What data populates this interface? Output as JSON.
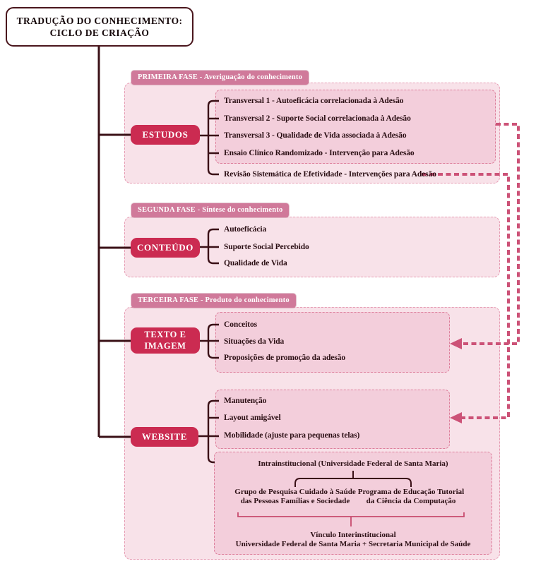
{
  "title": {
    "line1": "TRADUÇÃO DO CONHECIMENTO:",
    "line2": "CICLO DE CRIAÇÃO"
  },
  "phase1": {
    "tab": "PRIMEIRA FASE - Averiguação do conhecimento",
    "node": "ESTUDOS",
    "items": [
      "Transversal 1 - Autoeficácia correlacionada à Adesão",
      "Transversal 2 - Suporte Social correlacionada à Adesão",
      "Transversal 3 - Qualidade de Vida associada à Adesão",
      "Ensaio Clínico Randomizado - Intervenção para Adesão",
      "Revisão Sistemática de Efetividade - Intervenções para Adesão"
    ]
  },
  "phase2": {
    "tab": "SEGUNDA FASE - Síntese do conhecimento",
    "node": "CONTEÚDO",
    "items": [
      "Autoeficácia",
      "Suporte Social Percebido",
      "Qualidade de Vida"
    ]
  },
  "phase3": {
    "tab": "TERCEIRA FASE - Produto do conhecimento",
    "group1": {
      "node": "TEXTO E IMAGEM",
      "items": [
        "Conceitos",
        "Situações da Vida",
        "Proposições de promoção da adesão"
      ]
    },
    "group2": {
      "node": "WEBSITE",
      "items": [
        "Manutenção",
        "Layout amigável",
        "Mobilidade (ajuste para pequenas telas)"
      ]
    },
    "institutional": {
      "header": "Intrainstitucional (Universidade Federal de Santa Maria)",
      "left_line1": "Grupo de Pesquisa Cuidado à Saúde",
      "left_line2": "das Pessoas Famílias e Sociedade",
      "right_line1": "Programa de Educação Tutorial",
      "right_line2": "da Ciência da Computação",
      "footer_line1": "Vínculo Interinstitucional",
      "footer_line2": "Universidade Federal de Santa Maria + Secretaria Municipal de Saúde"
    }
  },
  "colors": {
    "node_fill": "#cb2b51",
    "tab_fill": "#d0799a",
    "panel_fill": "#f8e2e9",
    "inner_fill": "#f3cedb",
    "dark_line": "#3a1016",
    "connector": "#cc5277"
  }
}
